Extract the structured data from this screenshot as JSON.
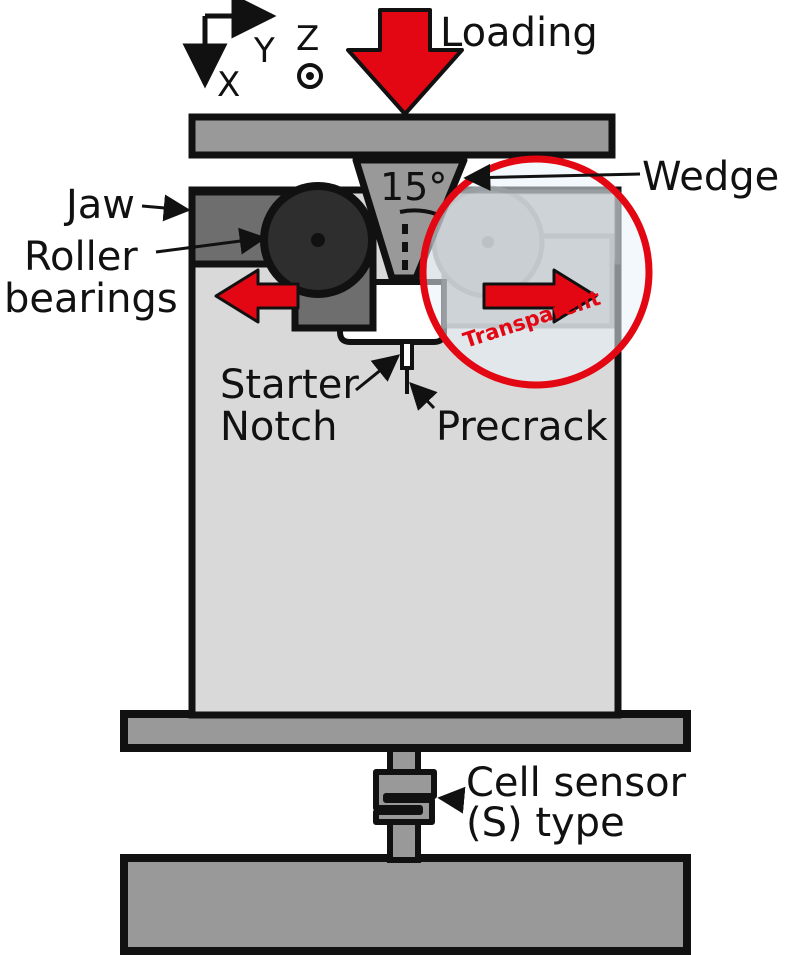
{
  "axes": {
    "x_label": "X",
    "y_label": "Y",
    "z_label": "Z"
  },
  "labels": {
    "loading": "Loading",
    "wedge": "Wedge",
    "wedge_angle": "15°",
    "jaw": "Jaw",
    "roller_line1": "Roller",
    "roller_line2": "bearings",
    "starter_line1": "Starter",
    "starter_line2": "Notch",
    "precrack": "Precrack",
    "transparent": "Transparent",
    "cell_line1": "Cell sensor",
    "cell_line2": "(S) type"
  },
  "colors": {
    "accent_red": "#e30613",
    "dark_gray": "#6e6e6e",
    "mid_gray": "#999999",
    "light_gray": "#d9d9d9",
    "outline": "#111111"
  },
  "icons": {
    "load_arrow": "down-arrow-icon",
    "displacement_arrows": "double-arrow-icon",
    "out_of_plane_axis": "dot-in-circle-icon"
  }
}
